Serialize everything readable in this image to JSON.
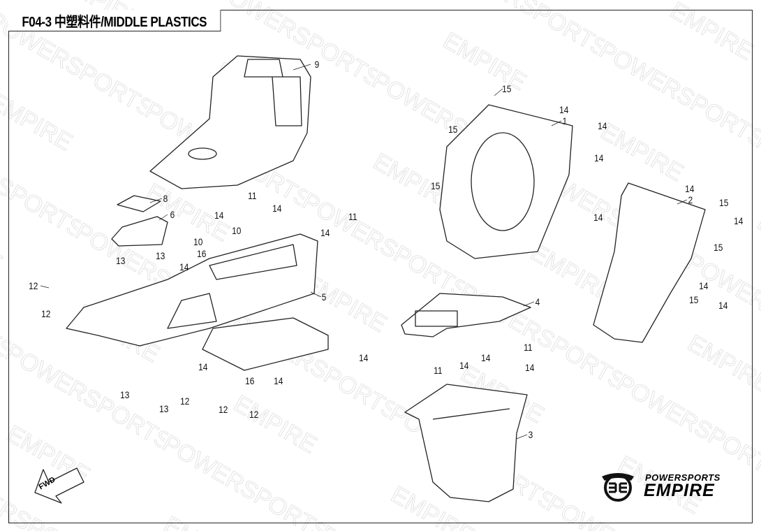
{
  "title": "F04-3 中塑料件/MIDDLE PLASTICS",
  "watermark": "POWERSPORTS EMPIRE",
  "logo": {
    "line1": "POWERSPORTS",
    "line2": "EMPIRE"
  },
  "fwd_label": "FWD",
  "callouts": [
    "9",
    "8",
    "6",
    "11",
    "14",
    "14",
    "10",
    "10",
    "16",
    "14",
    "13",
    "13",
    "12",
    "12",
    "14",
    "11",
    "5",
    "14",
    "14",
    "16",
    "14",
    "13",
    "13",
    "12",
    "12",
    "12",
    "15",
    "14",
    "1",
    "14",
    "15",
    "14",
    "15",
    "14",
    "14",
    "2",
    "15",
    "14",
    "15",
    "14",
    "14",
    "15",
    "4",
    "11",
    "14",
    "14",
    "14",
    "11",
    "3"
  ]
}
